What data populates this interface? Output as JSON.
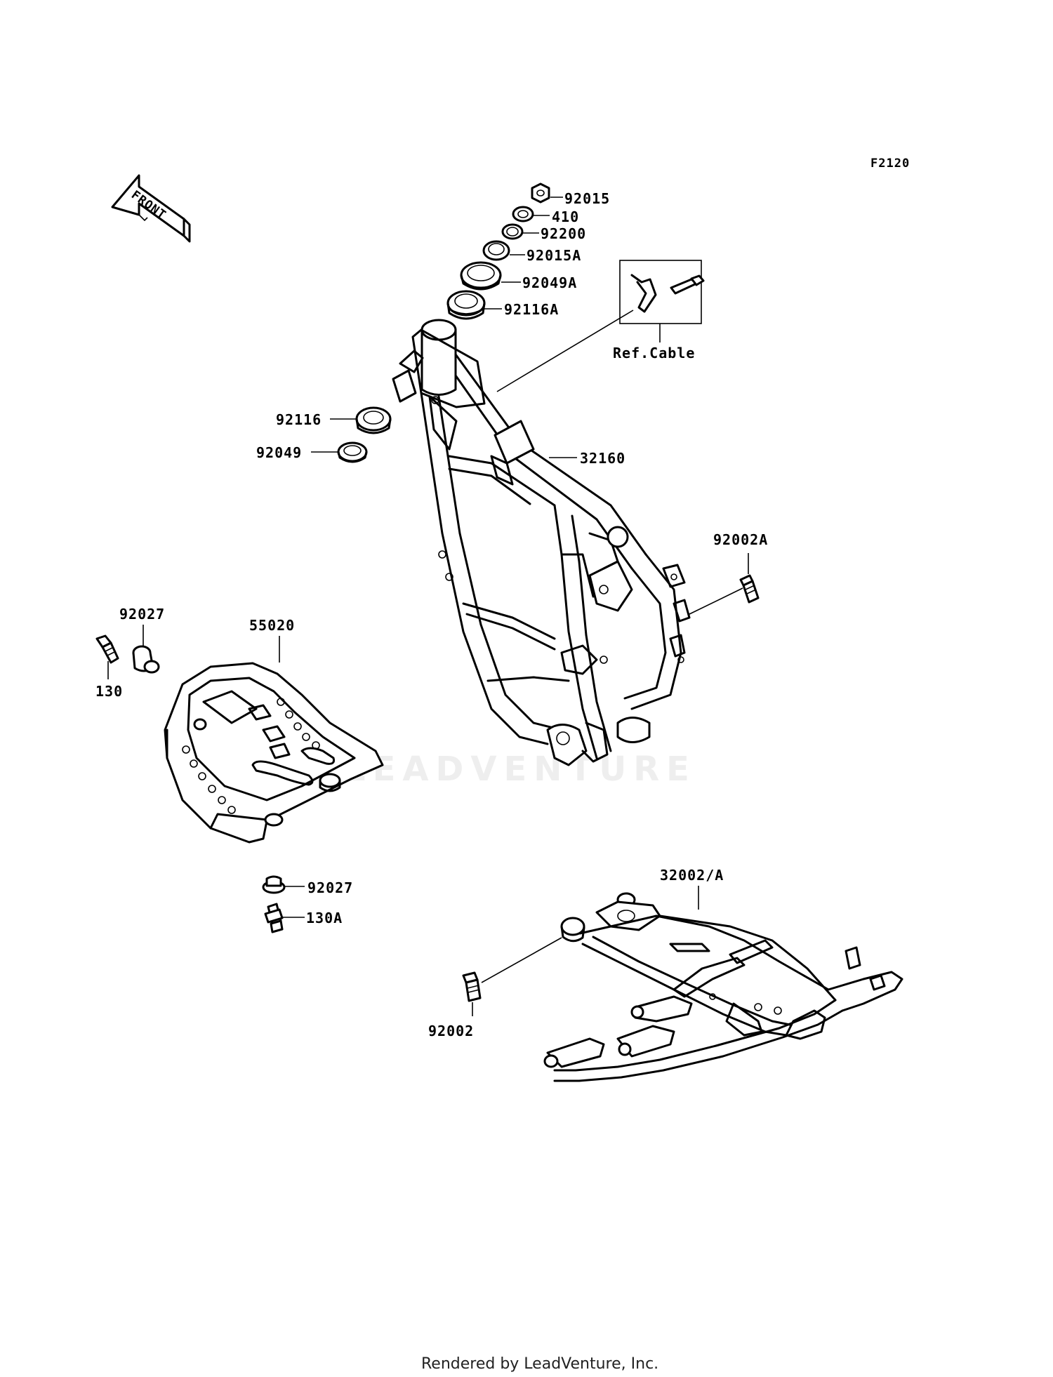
{
  "figure_id": "F2120",
  "front_label": "FRONT",
  "ref_label": "Ref.Cable",
  "watermark": "LEADVENTURE",
  "footer": "Rendered by LeadVenture, Inc.",
  "parts": {
    "p92015": "92015",
    "p410": "410",
    "p92200": "92200",
    "p92015A": "92015A",
    "p92049A": "92049A",
    "p92116A": "92116A",
    "p92116": "92116",
    "p92049": "92049",
    "p32160": "32160",
    "p92002A": "92002A",
    "p92027_top": "92027",
    "p130": "130",
    "p55020": "55020",
    "p92027_bottom": "92027",
    "p130A": "130A",
    "p32002A": "32002/A",
    "p92002": "92002"
  }
}
